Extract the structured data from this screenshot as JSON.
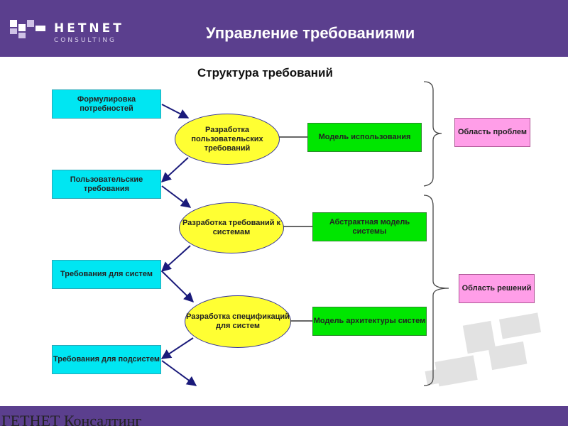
{
  "header": {
    "logo_name": "HETNET",
    "logo_sub": "CONSULTING",
    "title": "Управление требованиями"
  },
  "diagram": {
    "title": "Структура требований",
    "inputs": [
      "Формулировка потребностей",
      "Пользовательские требования",
      "Требования для систем",
      "Требования для подсистем"
    ],
    "processes": [
      "Разработка пользовательских требований",
      "Разработка требований к системам",
      "Разработка спецификаций для систем"
    ],
    "models": [
      "Модель использования",
      "Абстрактная модель системы",
      "Модель архитектуры систем"
    ],
    "areas": [
      "Область проблем",
      "Область решений"
    ]
  },
  "footer": {
    "text": "ГЕТНЕТ Консалтинг"
  },
  "colors": {
    "header_purple": "#5b3f8e",
    "input_cyan": "#00e6f2",
    "process_yellow": "#ffff33",
    "model_green": "#00e600",
    "area_pink": "#ff9ee8",
    "arrow_navy": "#1a1a7a"
  }
}
